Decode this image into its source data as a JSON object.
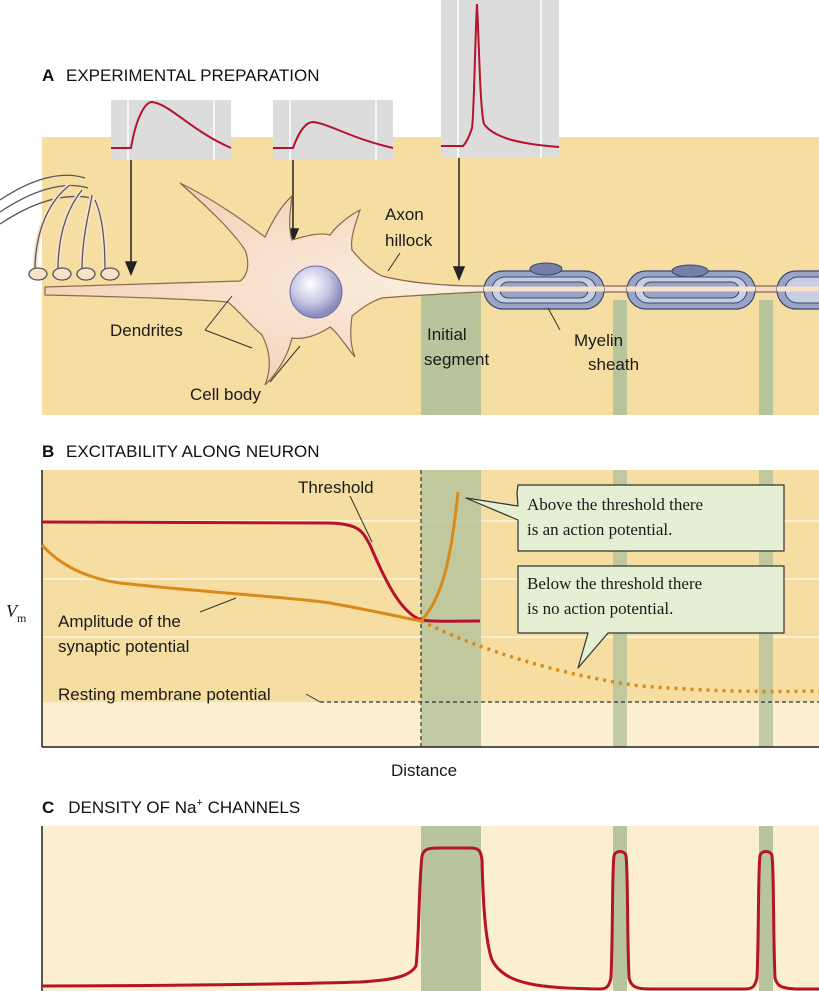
{
  "sections": {
    "a": {
      "letter": "A",
      "title": "EXPERIMENTAL PREPARATION"
    },
    "b": {
      "letter": "B",
      "title": "EXCITABILITY ALONG NEURON"
    },
    "c": {
      "letter": "C",
      "title": "DENSITY OF Na",
      "sup": "+",
      "title_end": " CHANNELS"
    }
  },
  "labels": {
    "axon_hillock_1": "Axon",
    "axon_hillock_2": "hillock",
    "dendrites": "Dendrites",
    "cell_body": "Cell body",
    "initial_segment_1": "Initial",
    "initial_segment_2": "segment",
    "myelin_1": "Myelin",
    "myelin_2": "sheath",
    "threshold": "Threshold",
    "amplitude_1": "Amplitude of the",
    "amplitude_2": "synaptic potential",
    "resting": "Resting membrane potential",
    "vm": "V",
    "vm_sub": "m",
    "distance": "Distance"
  },
  "callouts": {
    "above_1": "Above the threshold there",
    "above_2": "is an action potential.",
    "below_1": "Below the threshold there",
    "below_2": "is no action potential."
  },
  "colors": {
    "tan": "#f6dda2",
    "cream": "#fbefd0",
    "green_band": "#b8c49c",
    "neuron": "#f7e2c8",
    "red": "#b5122e",
    "orange": "#d98a1a",
    "myelin": "#9aa4c4",
    "callout": "#e4efd3"
  }
}
